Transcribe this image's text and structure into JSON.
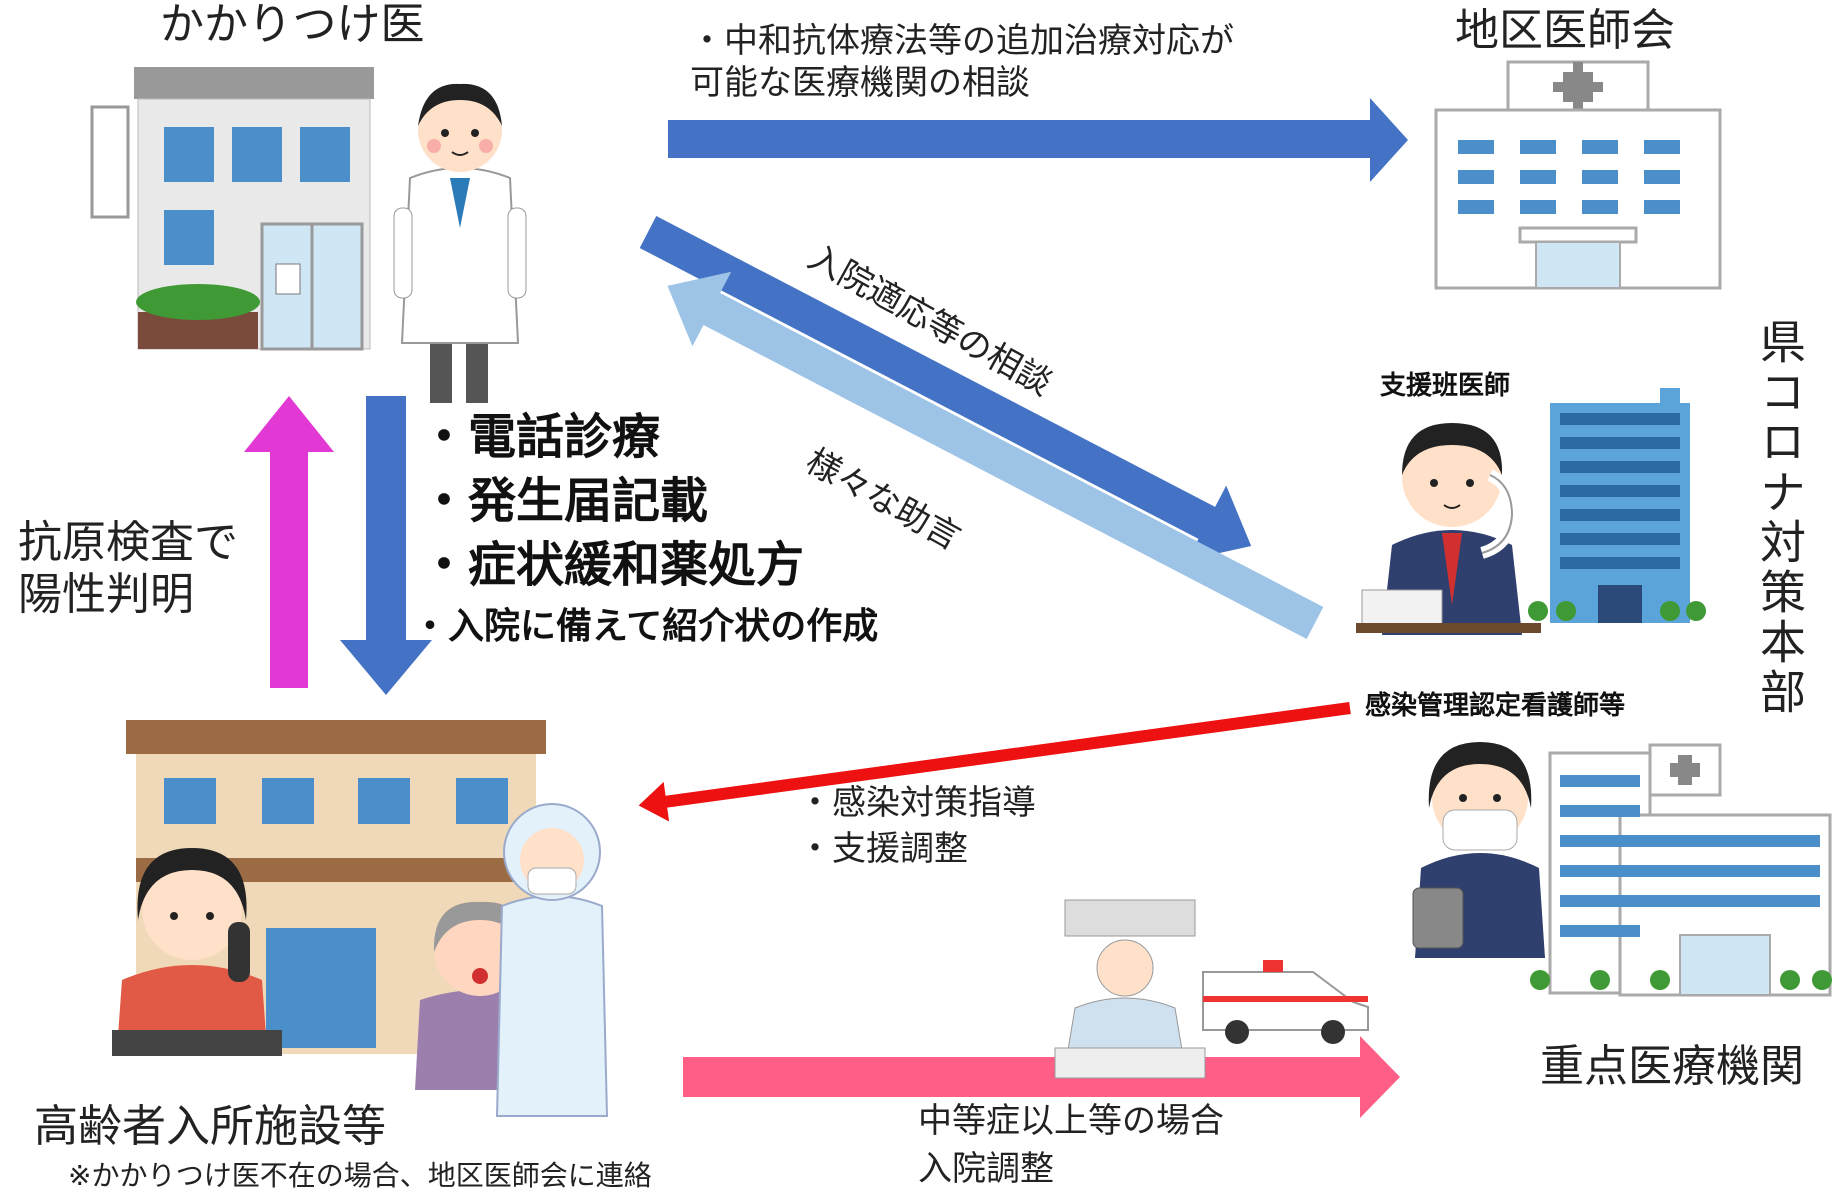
{
  "nodes": {
    "kakaritsuke": "かかりつけ医",
    "chiku": "地区医師会",
    "facility": "高齢者入所施設等",
    "facility_note": "※かかりつけ医不在の場合、地区医師会に連絡",
    "hq": "県コロナ対策本部",
    "support_doctor": "支援班医師",
    "nurse": "感染管理認定看護師等",
    "hospital": "重点医療機関"
  },
  "flows": {
    "to_chiku": [
      "・中和抗体療法等の追加治療対応が",
      "可能な医療機関の相談"
    ],
    "to_hq": "入院適応等の相談",
    "from_hq": "様々な助言",
    "antigen": [
      "抗原検査で",
      "陽性判明"
    ],
    "doctor_actions": [
      "・電話診療",
      "・発生届記載",
      "・症状緩和薬処方",
      "・入院に備えて紹介状の作成"
    ],
    "nurse_actions": [
      "・感染対策指導",
      "・支援調整"
    ],
    "to_hospital": [
      "中等症以上等の場合",
      "入院調整"
    ]
  },
  "colors": {
    "blue_arrow": "#4472c4",
    "light_blue_arrow": "#9dc3e6",
    "magenta_arrow": "#e339d4",
    "red_arrow": "#ee1111",
    "pink_arrow": "#ff5f86"
  },
  "icons": [
    "clinic-building-icon",
    "doctor-icon",
    "hospital-icon",
    "support-doctor-icon",
    "office-tower-icon",
    "nurse-icon",
    "hospital-complex-icon",
    "care-facility-icon",
    "caregiver-phone-icon",
    "elderly-patient-icon",
    "protective-suit-icon",
    "hospital-bed-icon",
    "ambulance-icon"
  ]
}
